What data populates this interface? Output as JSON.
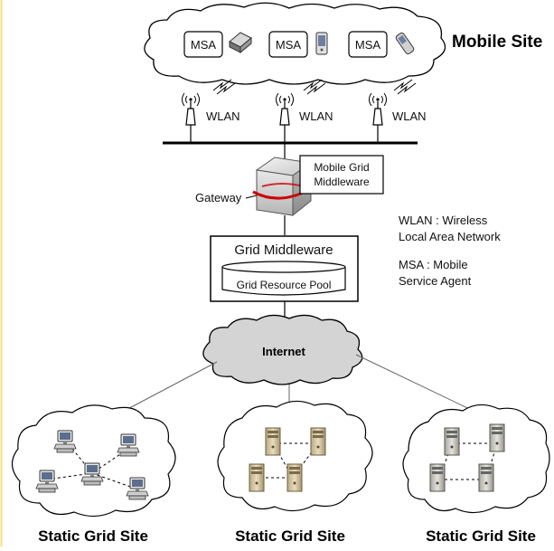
{
  "mobile_site": {
    "title": "Mobile Site",
    "agents": [
      {
        "label": "MSA",
        "device": "laptop-icon"
      },
      {
        "label": "MSA",
        "device": "pda-icon"
      },
      {
        "label": "MSA",
        "device": "mobile-phone-icon"
      }
    ]
  },
  "wlan_nodes": [
    "WLAN",
    "WLAN",
    "WLAN"
  ],
  "gateway": {
    "label": "Gateway",
    "middleware_line1": "Mobile Grid",
    "middleware_line2": "Middleware"
  },
  "grid_middleware": {
    "title": "Grid Middleware",
    "pool": "Grid Resource Pool"
  },
  "legend": {
    "wlan_line1": "WLAN : Wireless",
    "wlan_line2": "Local Area Network",
    "msa_line1": "MSA : Mobile",
    "msa_line2": "Service Agent"
  },
  "internet": "Internet",
  "static_sites": [
    "Static Grid Site",
    "Static Grid Site",
    "Static Grid Site"
  ],
  "colors": {
    "line": "#000000",
    "cloud_fill": "#ffffff",
    "internet_fill": "#d4d4d4",
    "accent_arrow": "#cc0000",
    "border_left": "#f2e27a"
  }
}
